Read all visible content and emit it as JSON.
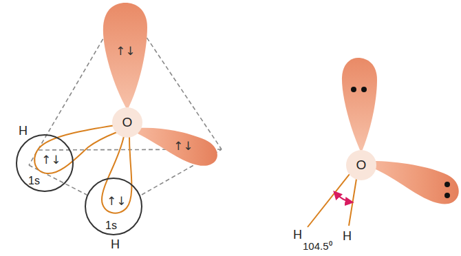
{
  "diagram": {
    "nodes": [
      {
        "text": [
          "O"
        ]
      },
      {
        "text": [
          "H",
          "1s"
        ]
      },
      {
        "text": [
          "H",
          "1s"
        ]
      },
      {
        "text": [
          "O"
        ]
      }
    ],
    "labels": [
      "↑↓",
      "↑↓",
      "↑↓",
      "↑↓",
      "H",
      "H",
      "104.5⁰"
    ]
  }
}
